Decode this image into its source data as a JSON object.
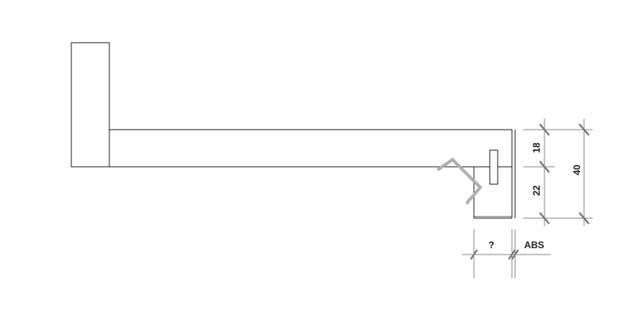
{
  "drawing": {
    "dimensions": {
      "upper_height": "18",
      "lower_height": "22",
      "total_height": "40",
      "unknown_width": "?",
      "edge_band": "ABS"
    },
    "colors": {
      "line": "#222222",
      "dimension": "#888888",
      "bracket": "#b0b0b0"
    }
  }
}
